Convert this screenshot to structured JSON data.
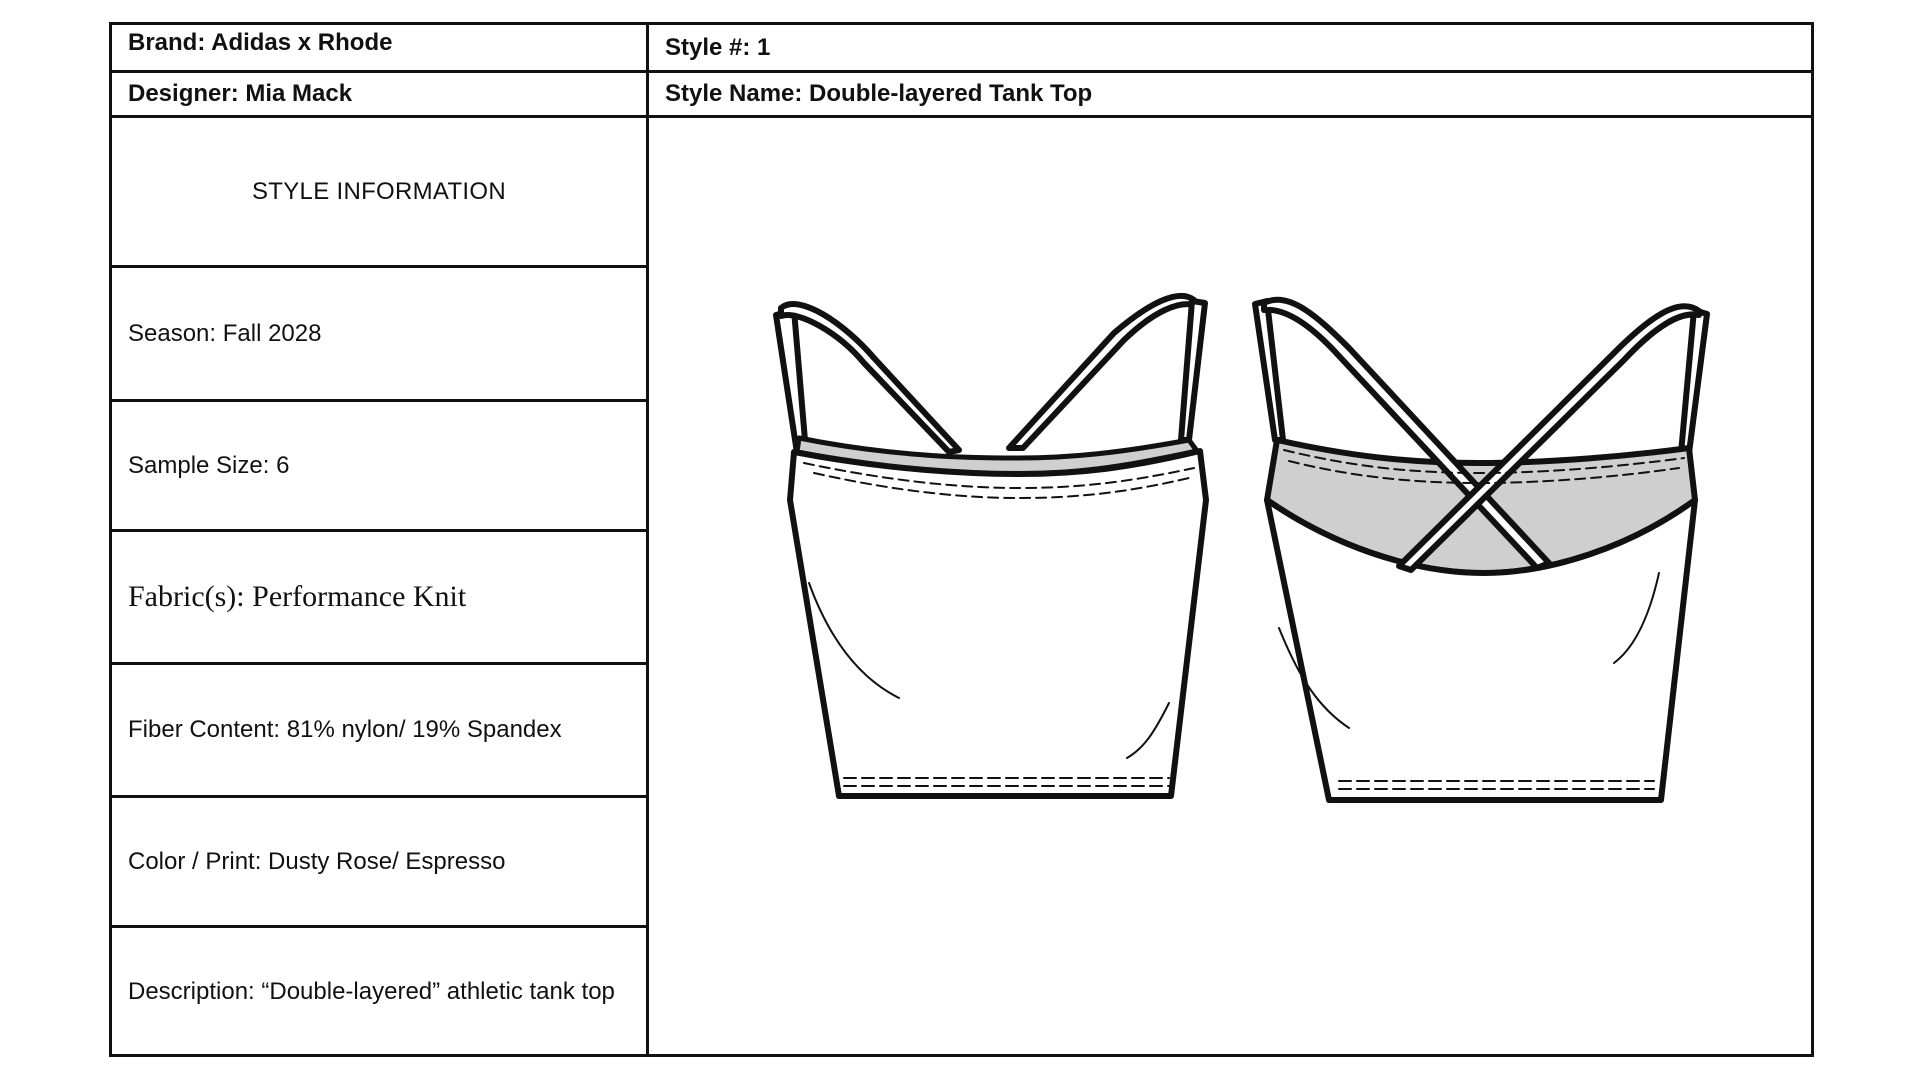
{
  "header": {
    "brand": "Brand: Adidas x Rhode",
    "style_number": "Style #: 1",
    "designer": "Designer: Mia Mack",
    "style_name": "Style Name: Double-layered Tank Top"
  },
  "style_info": {
    "title": "STYLE INFORMATION",
    "season": "Season: Fall 2028",
    "sample_size": "Sample Size: 6",
    "fabrics": "Fabric(s): Performance Knit",
    "fiber_content": "Fiber Content: 81% nylon/ 19% Spandex",
    "color_print": "Color / Print: Dusty Rose/ Espresso",
    "description": "Description: “Double-layered” athletic tank top"
  },
  "sketch": {
    "views": [
      "front-view",
      "back-view"
    ],
    "colors": {
      "outline": "#111111",
      "panel_fill": "#cfcfcf",
      "body_fill": "#ffffff"
    }
  }
}
